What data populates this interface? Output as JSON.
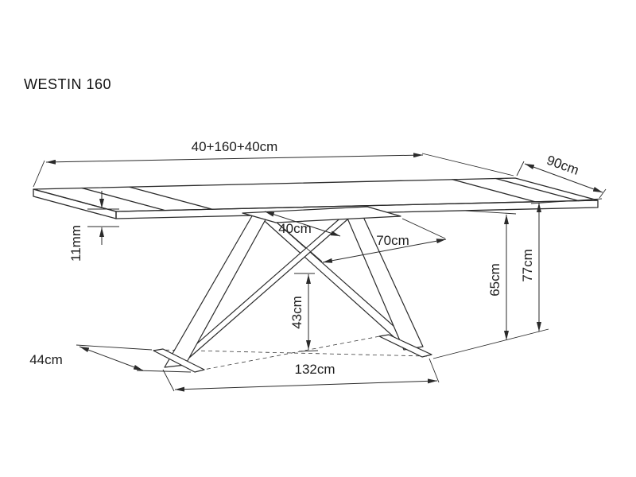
{
  "title": "WESTIN 160",
  "dimensions": {
    "top_length": "40+160+40cm",
    "top_depth": "90cm",
    "top_thickness": "11mm",
    "frame_depth": "40cm",
    "frame_length": "70cm",
    "cross_height": "43cm",
    "underside_height": "65cm",
    "total_height": "77cm",
    "foot_length": "44cm",
    "base_span": "132cm"
  },
  "colors": {
    "line": "#2a2a2a",
    "background": "#ffffff",
    "text": "#1d1d1d"
  }
}
